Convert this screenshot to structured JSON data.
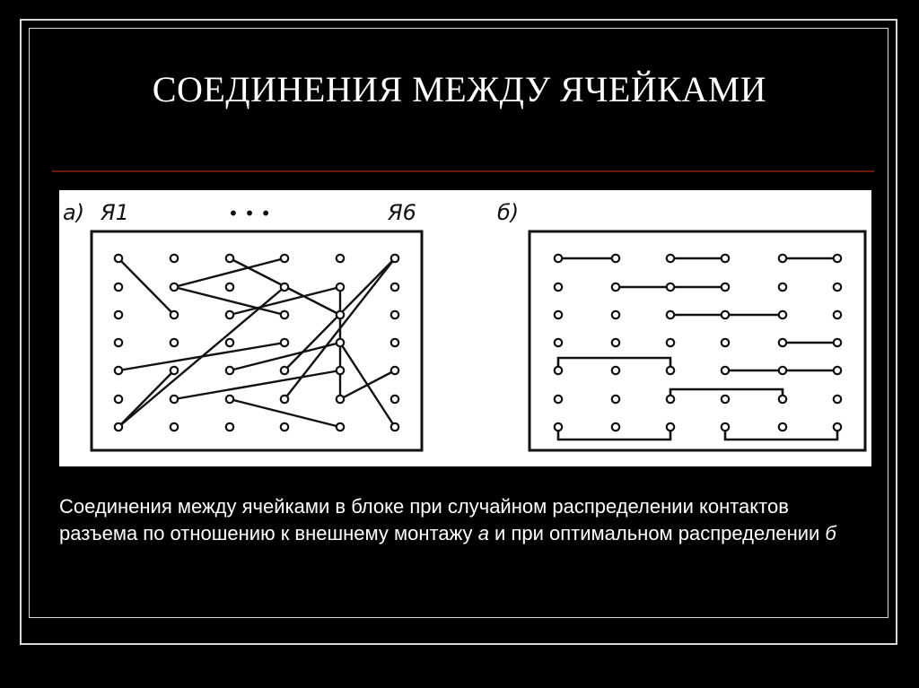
{
  "slide": {
    "title": "СОЕДИНЕНИЯ МЕЖДУ ЯЧЕЙКАМИ",
    "caption_part1": "Соединения между ячейками в блоке при случайном распределении контактов  разъема по отношению к внешнему монтажу ",
    "caption_a": "а",
    "caption_part2": " и при оптимальном распределении  ",
    "caption_b": "б"
  },
  "figure": {
    "panel_a": {
      "label": "а)",
      "cell_first": "Я1",
      "ellipsis": "• • •",
      "cell_last": "Я6"
    },
    "panel_b": {
      "label": "б)"
    }
  },
  "colors": {
    "background": "#000000",
    "frame": "#d9d9d9",
    "rule": "#6b1a12",
    "figure_bg": "#ffffff",
    "ink": "#111111"
  }
}
